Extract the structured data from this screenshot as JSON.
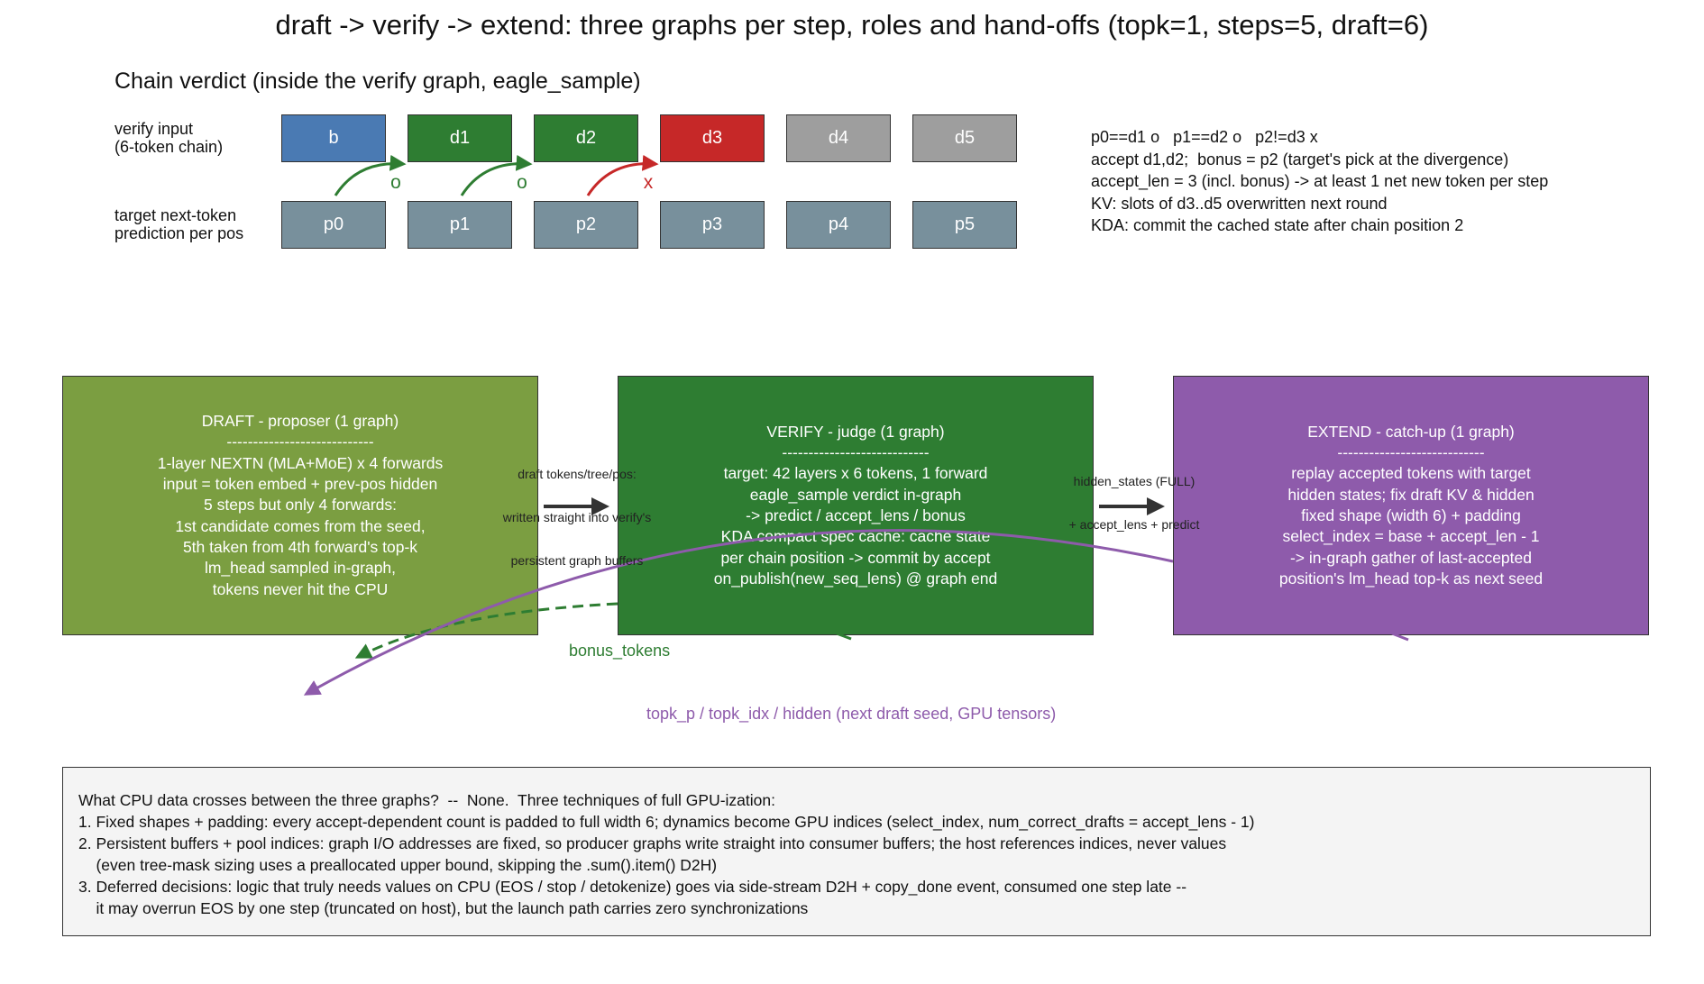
{
  "title": "draft -> verify -> extend: three graphs per step, roles and hand-offs (topk=1, steps=5, draft=6)",
  "chain": {
    "subtitle": "Chain verdict (inside the verify graph, eagle_sample)",
    "verify_label": [
      "verify input",
      "(6-token chain)"
    ],
    "target_label": [
      "target next-token",
      "prediction per pos"
    ],
    "verify_tokens": [
      {
        "text": "b",
        "color": "#4a7ab3"
      },
      {
        "text": "d1",
        "color": "#2e7d32"
      },
      {
        "text": "d2",
        "color": "#2e7d32"
      },
      {
        "text": "d3",
        "color": "#c62828"
      },
      {
        "text": "d4",
        "color": "#9e9e9e"
      },
      {
        "text": "d5",
        "color": "#9e9e9e"
      }
    ],
    "target_tokens": [
      {
        "text": "p0",
        "color": "#78909c"
      },
      {
        "text": "p1",
        "color": "#78909c"
      },
      {
        "text": "p2",
        "color": "#78909c"
      },
      {
        "text": "p3",
        "color": "#78909c"
      },
      {
        "text": "p4",
        "color": "#78909c"
      },
      {
        "text": "p5",
        "color": "#78909c"
      }
    ],
    "matches": [
      {
        "mark": "o",
        "color": "#2e7d32"
      },
      {
        "mark": "o",
        "color": "#2e7d32"
      },
      {
        "mark": "x",
        "color": "#c62828"
      }
    ],
    "notes": [
      "p0==d1 o   p1==d2 o   p2!=d3 x",
      "accept d1,d2;  bonus = p2 (target's pick at the divergence)",
      "accept_len = 3 (incl. bonus) -> at least 1 net new token per step",
      "KV: slots of d3..d5 overwritten next round",
      "KDA: commit the cached state after chain position 2"
    ]
  },
  "stages": {
    "draft": {
      "color": "#7b9e41",
      "lines": [
        "DRAFT - proposer (1 graph)",
        "----------------------------",
        "1-layer NEXTN (MLA+MoE) x 4 forwards",
        "input = token embed + prev-pos hidden",
        "5 steps but only 4 forwards:",
        "1st candidate comes from the seed,",
        "5th taken from 4th forward's top-k",
        "lm_head sampled in-graph,",
        "tokens never hit the CPU"
      ]
    },
    "verify": {
      "color": "#2e7d32",
      "lines": [
        "VERIFY - judge (1 graph)",
        "----------------------------",
        "target: 42 layers x 6 tokens, 1 forward",
        "eagle_sample verdict in-graph",
        "-> predict / accept_lens / bonus",
        "KDA compact spec cache: cache state",
        "per chain position -> commit by accept",
        "on_publish(new_seq_lens) @ graph end"
      ]
    },
    "extend": {
      "color": "#8e5bab",
      "lines": [
        "EXTEND - catch-up (1 graph)",
        "----------------------------",
        "replay accepted tokens with target",
        "hidden states; fix draft KV & hidden",
        "fixed shape (width 6) + padding",
        "select_index = base + accept_len - 1",
        "-> in-graph gather of last-accepted",
        "position's lm_head top-k as next seed"
      ]
    }
  },
  "handoffs": {
    "draft_to_verify": [
      "draft tokens/tree/pos:",
      "written straight into verify's",
      "persistent graph buffers"
    ],
    "verify_to_extend": [
      "hidden_states (FULL)",
      "+ accept_lens + predict"
    ],
    "bonus": "bonus_tokens",
    "topk": "topk_p / topk_idx / hidden (next draft seed, GPU tensors)"
  },
  "footer": [
    "What CPU data crosses between the three graphs?  --  None.  Three techniques of full GPU-ization:",
    "1. Fixed shapes + padding: every accept-dependent count is padded to full width 6; dynamics become GPU indices (select_index, num_correct_drafts = accept_lens - 1)",
    "2. Persistent buffers + pool indices: graph I/O addresses are fixed, so producer graphs write straight into consumer buffers; the host references indices, never values",
    "    (even tree-mask sizing uses a preallocated upper bound, skipping the .sum().item() D2H)",
    "3. Deferred decisions: logic that truly needs values on CPU (EOS / stop / detokenize) goes via side-stream D2H + copy_done event, consumed one step late --",
    "    it may overrun EOS by one step (truncated on host), but the launch path carries zero synchronizations"
  ]
}
